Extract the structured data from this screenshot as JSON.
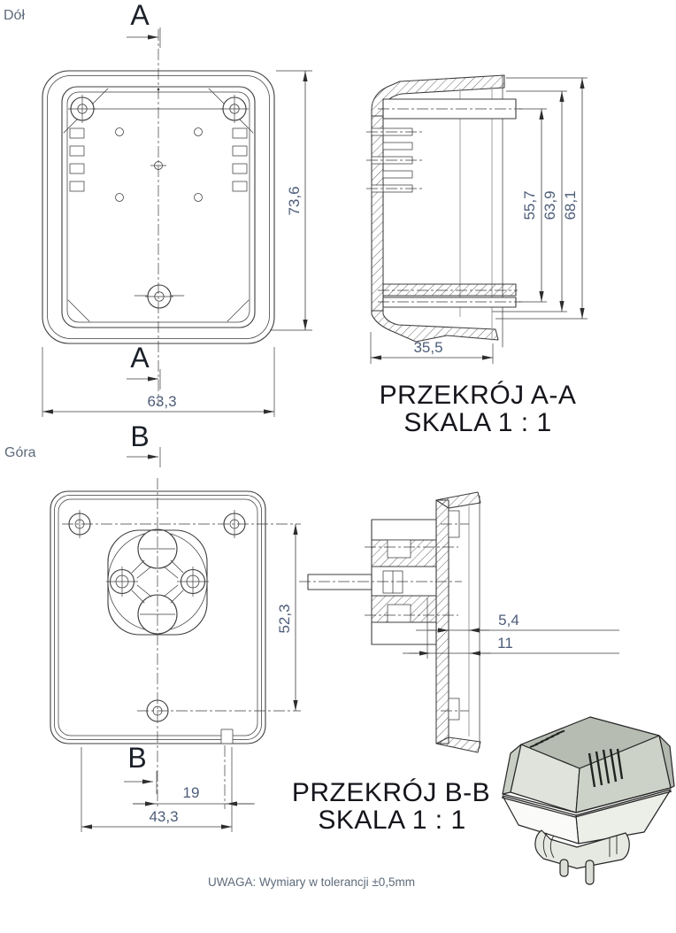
{
  "labels": {
    "bottom_view": "Dół",
    "top_view": "Góra"
  },
  "section_markers": {
    "a": "A",
    "b": "B"
  },
  "sections": {
    "aa": {
      "title": "PRZEKRÓJ A-A",
      "scale": "SKALA 1 : 1"
    },
    "bb": {
      "title": "PRZEKRÓJ B-B",
      "scale": "SKALA 1 : 1"
    }
  },
  "dimensions": {
    "body_height": "73,6",
    "body_width": "63,3",
    "section_aa_inner_height": "55,7",
    "section_aa_mid_height": "63,9",
    "section_aa_overall_height": "68,1",
    "section_aa_depth": "35,5",
    "screw_hole_spacing": "52,3",
    "notch_offset": "19",
    "mount_width": "43,3",
    "section_bb_wall_inset": "5,4",
    "section_bb_depth": "11"
  },
  "note": "UWAGA: Wymiary w tolerancji ±0,5mm",
  "colors": {
    "line": "#3c3c3c",
    "gray_line": "#9aa09e",
    "dimension_text": "#4d5d78",
    "label_text": "#5d6a7a",
    "title_text": "#15151c",
    "iso_top": "#b6bcb1",
    "iso_front": "#dfe3db",
    "iso_right": "#cdd2c8",
    "iso_lower": "#fafbf8",
    "iso_base": "#e6e9e2"
  }
}
